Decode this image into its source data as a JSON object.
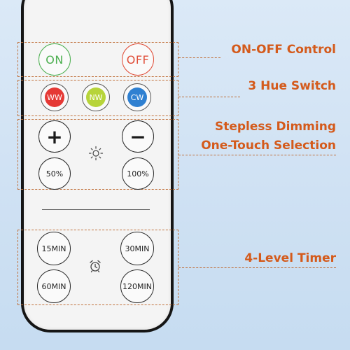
{
  "buttons": {
    "on": "ON",
    "off": "OFF",
    "hue": [
      {
        "label": "WW",
        "color": "#e53935"
      },
      {
        "label": "NW",
        "color": "#b7d43a"
      },
      {
        "label": "CW",
        "color": "#2f80d1"
      }
    ],
    "plus": "+",
    "minus": "−",
    "b50": "50%",
    "b100": "100%",
    "t15": "15MIN",
    "t30": "30MIN",
    "t60": "60MIN",
    "t120": "120MIN"
  },
  "labels": {
    "onoff": "ON-OFF Control",
    "hue": "3 Hue Switch",
    "dimming": "Stepless Dimming",
    "onetouch": "One-Touch Selection",
    "timer": "4-Level Timer"
  },
  "icons": {
    "brightness": "sun-icon",
    "timer": "alarm-clock-icon"
  },
  "colors": {
    "accent": "#d45a1b",
    "on": "#4caf50",
    "off": "#e04e39",
    "frame": "#151515"
  }
}
